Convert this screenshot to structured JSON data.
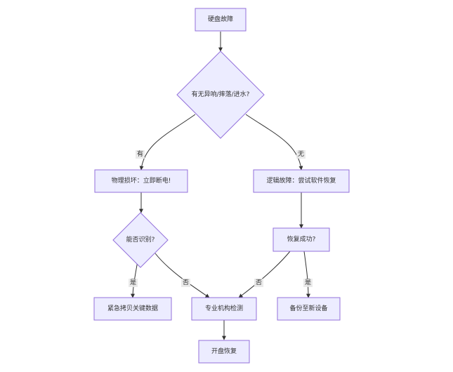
{
  "nodes": {
    "hdd_fault": "硬盘故障",
    "decision_damage": "有无异响/摔落/进水?",
    "physical_damage": "物理损坏：立即断电!",
    "logical_fault": "逻辑故障：尝试软件恢复",
    "decision_recognize": "能否识别?",
    "decision_recovered": "恢复成功?",
    "emergency_copy": "紧急拷贝关键数据",
    "professional_check": "专业机构检测",
    "backup_new": "备份至新设备",
    "open_recovery": "开盘恢复"
  },
  "edge_labels": {
    "yes_damage": "有",
    "no_damage": "无",
    "recognize_yes": "是",
    "recognize_no": "否",
    "recovered_no": "否",
    "recovered_yes": "是"
  },
  "colors": {
    "node_fill": "#ECECFF",
    "node_stroke": "#9370DB",
    "edge": "#333333",
    "label_bg": "#e8e8e8"
  }
}
